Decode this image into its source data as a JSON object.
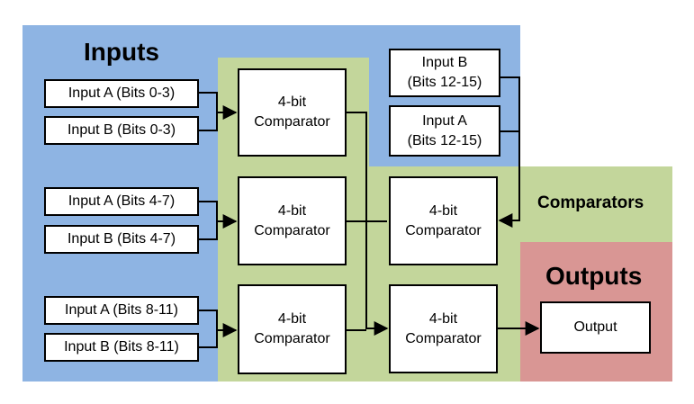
{
  "sections": {
    "inputs": "Inputs",
    "comparators": "Comparators",
    "outputs": "Outputs"
  },
  "inputs": [
    "Input A (Bits 0-3)",
    "Input B (Bits 0-3)",
    "Input A (Bits 4-7)",
    "Input B (Bits 4-7)",
    "Input A (Bits 8-11)",
    "Input B (Bits 8-11)"
  ],
  "upper_inputs": [
    "Input B\n(Bits 12-15)",
    "Input A\n(Bits 12-15)"
  ],
  "comparators": [
    "4-bit\nComparator",
    "4-bit\nComparator",
    "4-bit\nComparator",
    "4-bit\nComparator",
    "4-bit\nComparator"
  ],
  "output": "Output",
  "colors": {
    "inputs_region": "#8eb4e3",
    "comparators_region": "#c3d69b",
    "outputs_region": "#d99694"
  }
}
